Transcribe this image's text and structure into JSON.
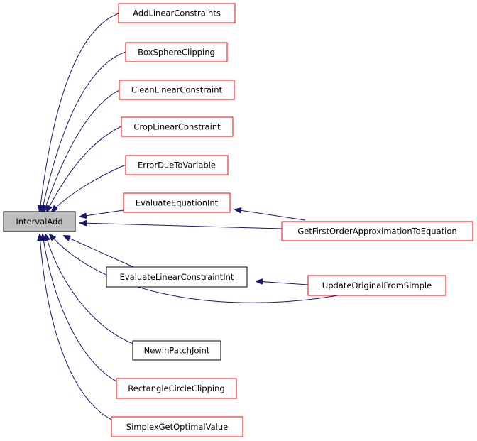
{
  "diagram": {
    "root": {
      "id": "root",
      "label": "IntervalAdd"
    },
    "nodes": [
      {
        "id": "addlin",
        "label": "AddLinearConstraints",
        "border_color": "#ff0000"
      },
      {
        "id": "boxsphere",
        "label": "BoxSphereClipping",
        "border_color": "#ff0000"
      },
      {
        "id": "cleanlin",
        "label": "CleanLinearConstraint",
        "border_color": "#ff0000"
      },
      {
        "id": "croplin",
        "label": "CropLinearConstraint",
        "border_color": "#ff0000"
      },
      {
        "id": "errdue",
        "label": "ErrorDueToVariable",
        "border_color": "#ff0000"
      },
      {
        "id": "evaleq",
        "label": "EvaluateEquationInt",
        "border_color": "#ff0000"
      },
      {
        "id": "getfirst",
        "label": "GetFirstOrderApproximationToEquation",
        "border_color": "#ff0000"
      },
      {
        "id": "evallin",
        "label": "EvaluateLinearConstraintInt",
        "border_color": "#000000"
      },
      {
        "id": "updorig",
        "label": "UpdateOriginalFromSimple",
        "border_color": "#ff0000"
      },
      {
        "id": "newin",
        "label": "NewInPatchJoint",
        "border_color": "#000000"
      },
      {
        "id": "rectcirc",
        "label": "RectangleCircleClipping",
        "border_color": "#ff0000"
      },
      {
        "id": "simplex",
        "label": "SimplexGetOptimalValue",
        "border_color": "#ff0000"
      }
    ],
    "edges": [
      {
        "from": "addlin",
        "to": "root"
      },
      {
        "from": "boxsphere",
        "to": "root"
      },
      {
        "from": "cleanlin",
        "to": "root"
      },
      {
        "from": "croplin",
        "to": "root"
      },
      {
        "from": "errdue",
        "to": "root"
      },
      {
        "from": "evaleq",
        "to": "root"
      },
      {
        "from": "getfirst",
        "to": "evaleq"
      },
      {
        "from": "getfirst",
        "to": "root"
      },
      {
        "from": "evallin",
        "to": "root"
      },
      {
        "from": "updorig",
        "to": "evallin"
      },
      {
        "from": "updorig",
        "to": "root"
      },
      {
        "from": "newin",
        "to": "root"
      },
      {
        "from": "rectcirc",
        "to": "root"
      },
      {
        "from": "simplex",
        "to": "root"
      }
    ],
    "colors": {
      "edge": "#191970",
      "root_fill": "#bfbfbf",
      "root_border": "#000000",
      "node_fill": "#ffffff"
    }
  }
}
